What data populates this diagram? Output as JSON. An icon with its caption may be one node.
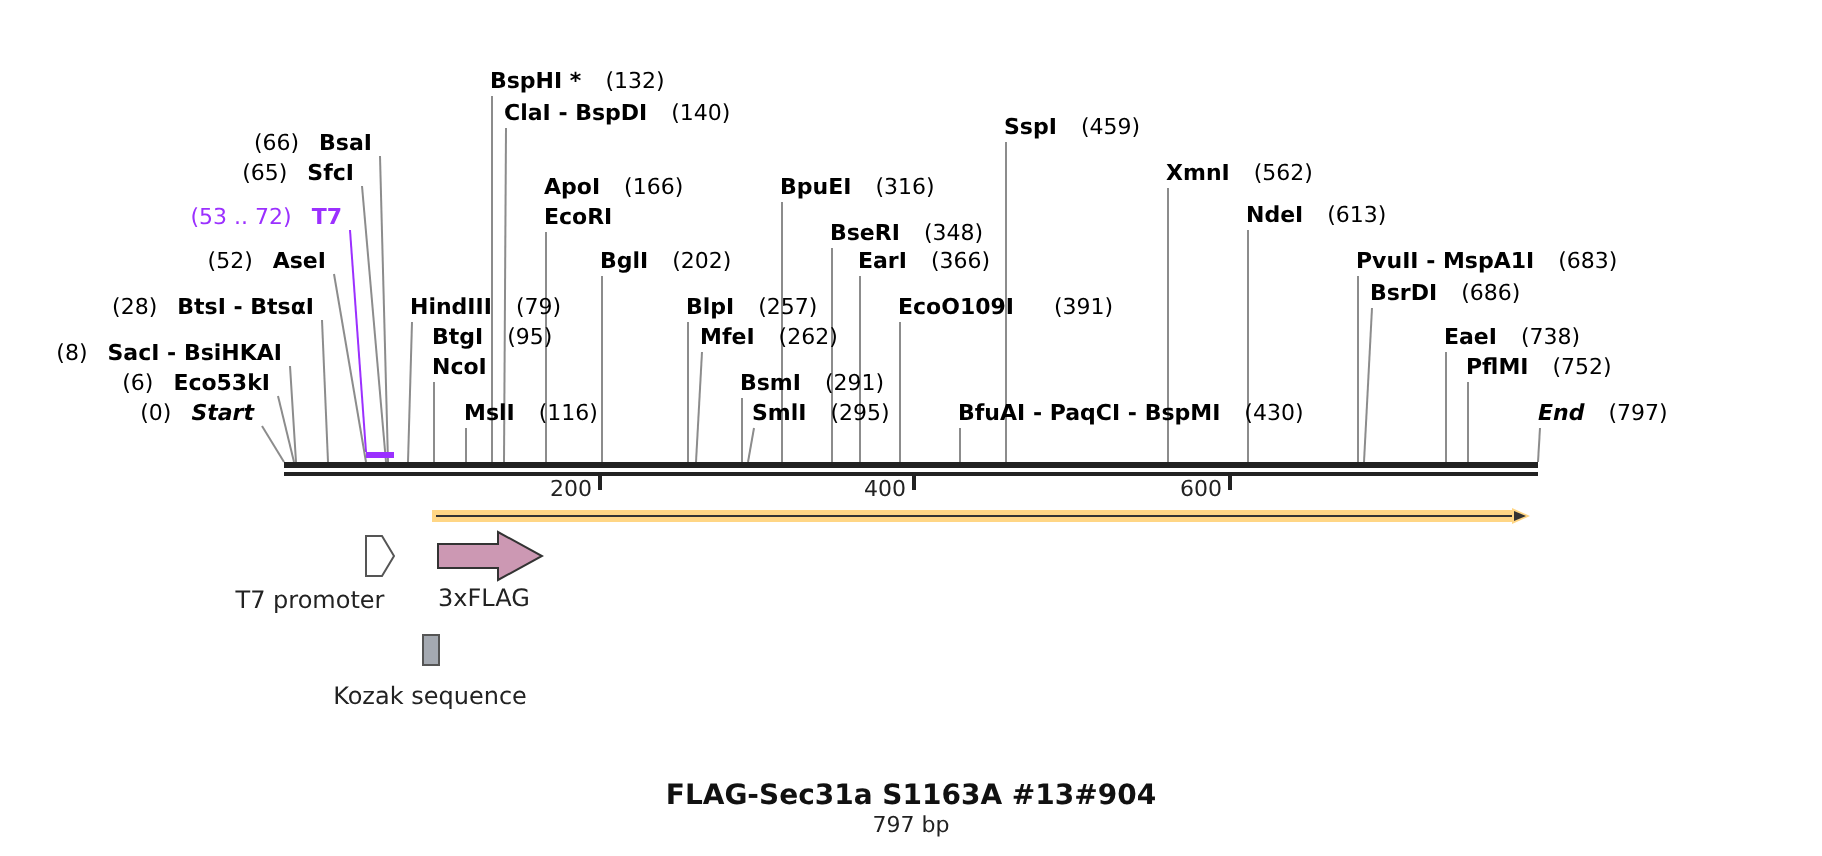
{
  "diagram": {
    "title": "FLAG-Sec31a S1163A #13#904",
    "nodes": [
      {
        "text": [
          "BspHI *",
          "(132)"
        ]
      },
      {
        "text": [
          "**ClaI** - **BspDI**",
          "(140)"
        ]
      },
      {
        "text": [
          "SspI",
          "(459)"
        ]
      },
      {
        "text": [
          "(66)",
          "BsaI"
        ]
      },
      {
        "text": [
          "(65)",
          "SfcI"
        ]
      },
      {
        "text": [
          "XmnI",
          "(562)"
        ]
      },
      {
        "text": [
          "ApoI",
          "(166)",
          "EcoRI"
        ]
      },
      {
        "text": [
          "BpuEI",
          "(316)"
        ]
      },
      {
        "text": [
          "(53 .. 72)",
          "T7"
        ]
      },
      {
        "text": [
          "NdeI",
          "(613)"
        ]
      },
      {
        "text": [
          "BseRI",
          "(348)"
        ]
      },
      {
        "text": [
          "(52)",
          "AseI"
        ]
      },
      {
        "text": [
          "BglI",
          "(202)"
        ]
      },
      {
        "text": [
          "EarI",
          "(366)"
        ]
      },
      {
        "text": [
          "**PvuII** - **MspA1I**",
          "(683)"
        ]
      },
      {
        "text": [
          "BsrDI",
          "(686)"
        ]
      },
      {
        "text": [
          "(28)",
          "**BtsI** - **BtsαI**"
        ]
      },
      {
        "text": [
          "HindIII",
          "(79)"
        ]
      },
      {
        "text": [
          "BlpI",
          "(257)"
        ]
      },
      {
        "text": [
          "EcoO109I",
          "(391)"
        ]
      },
      {
        "text": [
          "BtgI",
          "(95)",
          "NcoI"
        ]
      },
      {
        "text": [
          "MfeI",
          "(262)"
        ]
      },
      {
        "text": [
          "EaeI",
          "(738)"
        ]
      },
      {
        "text": [
          "(8)",
          "**SacI** - **BsiHKAI**"
        ]
      },
      {
        "text": [
          "PflMI",
          "(752)"
        ]
      },
      {
        "text": [
          "(6)",
          "Eco53kI"
        ]
      },
      {
        "text": [
          "BsmI",
          "(291)"
        ]
      },
      {
        "text": [
          "(0)",
          "Start"
        ]
      },
      {
        "text": [
          "MslI",
          "(116)"
        ]
      },
      {
        "text": [
          "SmlI",
          "(295)"
        ]
      },
      {
        "text": [
          "**BfuAI** - **PaqCI** - **BspMI**",
          "(430)"
        ]
      },
      {
        "text": [
          "End",
          "(797)"
        ]
      },
      {
        "text": [],
        "shape": "bar"
      },
      {
        "text": [],
        "shape": "bar"
      },
      {
        "text": [],
        "shape": "arrow"
      },
      {
        "text": [
          "T7 promoter"
        ]
      },
      {
        "text": [
          "3xFLAG"
        ]
      },
      {
        "text": [
          "Kozak sequence"
        ]
      }
    ],
    "edges": [
      {
        "from": 0,
        "to": 32,
        "arrow": "none"
      },
      {
        "from": 1,
        "to": 32,
        "arrow": "none"
      },
      {
        "from": 2,
        "to": 32,
        "arrow": "none"
      },
      {
        "from": 3,
        "to": 32,
        "arrow": "none"
      },
      {
        "from": 4,
        "to": 32,
        "arrow": "none"
      },
      {
        "from": 5,
        "to": 32,
        "arrow": "none"
      },
      {
        "from": 6,
        "to": 32,
        "arrow": "none"
      },
      {
        "from": 7,
        "to": 32,
        "arrow": "none"
      },
      {
        "from": 8,
        "to": 33,
        "arrow": "none",
        "color": "#9b30ff"
      },
      {
        "from": 9,
        "to": 32,
        "arrow": "none"
      },
      {
        "from": 10,
        "to": 32,
        "arrow": "none"
      },
      {
        "from": 11,
        "to": 32,
        "arrow": "none"
      },
      {
        "from": 12,
        "to": 32,
        "arrow": "none"
      },
      {
        "from": 13,
        "to": 32,
        "arrow": "none"
      },
      {
        "from": 14,
        "to": 32,
        "arrow": "none"
      },
      {
        "from": 15,
        "to": 32,
        "arrow": "none"
      },
      {
        "from": 16,
        "to": 32,
        "arrow": "none"
      },
      {
        "from": 17,
        "to": 32,
        "arrow": "none"
      },
      {
        "from": 18,
        "to": 32,
        "arrow": "none"
      },
      {
        "from": 19,
        "to": 32,
        "arrow": "none"
      },
      {
        "from": 20,
        "to": 32,
        "arrow": "none"
      },
      {
        "from": 21,
        "to": 32,
        "arrow": "none"
      },
      {
        "from": 22,
        "to": 32,
        "arrow": "none"
      },
      {
        "from": 23,
        "to": 32,
        "arrow": "none"
      },
      {
        "from": 24,
        "to": 32,
        "arrow": "none"
      },
      {
        "from": 25,
        "to": 32,
        "arrow": "none"
      },
      {
        "from": 26,
        "to": 32,
        "arrow": "none"
      },
      {
        "from": 27,
        "to": 32,
        "arrow": "none"
      },
      {
        "from": 28,
        "to": 32,
        "arrow": "none"
      },
      {
        "from": 29,
        "to": 32,
        "arrow": "none"
      },
      {
        "from": 30,
        "to": 32,
        "arrow": "none"
      },
      {
        "from": 31,
        "to": 32,
        "arrow": "none"
      }
    ],
    "labels": [
      "200",
      "400",
      "600",
      "797 bp"
    ]
  }
}
